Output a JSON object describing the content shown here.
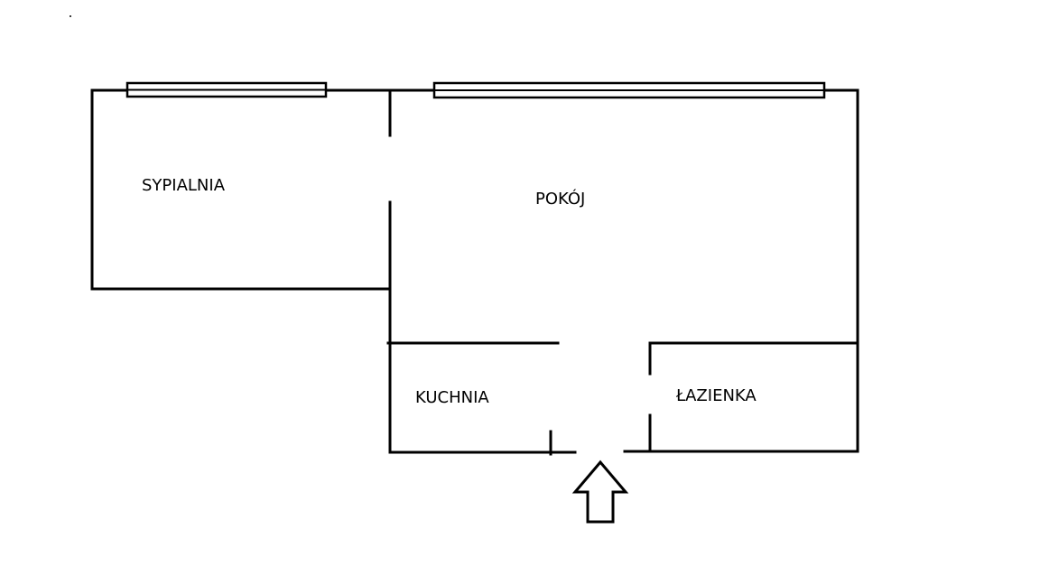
{
  "rooms": {
    "bedroom": "SYPIALNIA",
    "living_room": "POKÓJ",
    "kitchen": "KUCHNIA",
    "bathroom": "ŁAZIENKA"
  },
  "colors": {
    "line": "#000000",
    "background": "#ffffff"
  },
  "icons": {
    "entrance": "up-arrow-icon"
  }
}
